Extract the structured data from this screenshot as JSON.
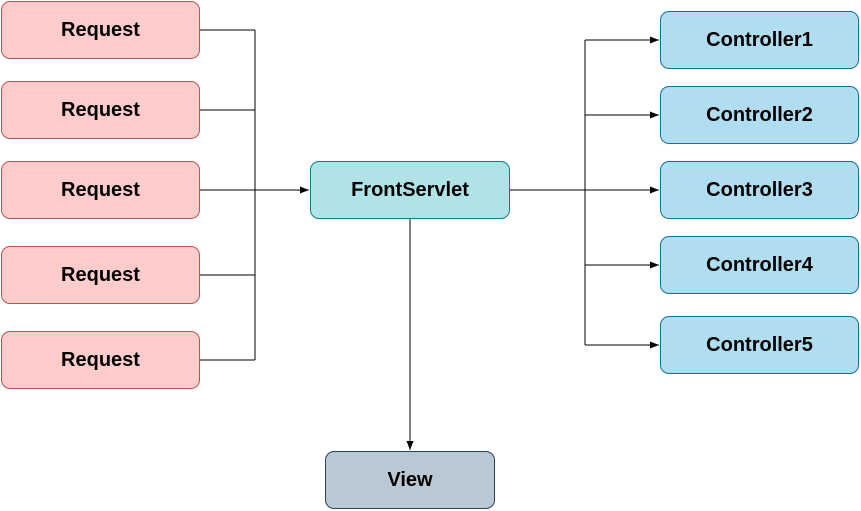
{
  "diagram": {
    "requests": [
      {
        "label": "Request"
      },
      {
        "label": "Request"
      },
      {
        "label": "Request"
      },
      {
        "label": "Request"
      },
      {
        "label": "Request"
      }
    ],
    "front_servlet": {
      "label": "FrontServlet"
    },
    "controllers": [
      {
        "label": "Controller1"
      },
      {
        "label": "Controller2"
      },
      {
        "label": "Controller3"
      },
      {
        "label": "Controller4"
      },
      {
        "label": "Controller5"
      }
    ],
    "view": {
      "label": "View"
    },
    "edges": [
      {
        "from": "Request",
        "to": "FrontServlet"
      },
      {
        "from": "FrontServlet",
        "to": "Controller1"
      },
      {
        "from": "FrontServlet",
        "to": "Controller2"
      },
      {
        "from": "FrontServlet",
        "to": "Controller3"
      },
      {
        "from": "FrontServlet",
        "to": "Controller4"
      },
      {
        "from": "FrontServlet",
        "to": "Controller5"
      },
      {
        "from": "FrontServlet",
        "to": "View"
      }
    ]
  },
  "colors": {
    "request_fill": "#ffcccc",
    "request_stroke": "#b85450",
    "front_servlet_fill": "#b0e3e6",
    "front_servlet_stroke": "#0e8088",
    "controller_fill": "#b1ddf0",
    "controller_stroke": "#10739e",
    "view_fill": "#bac8d3",
    "view_stroke": "#23445d",
    "connector": "#000000"
  }
}
